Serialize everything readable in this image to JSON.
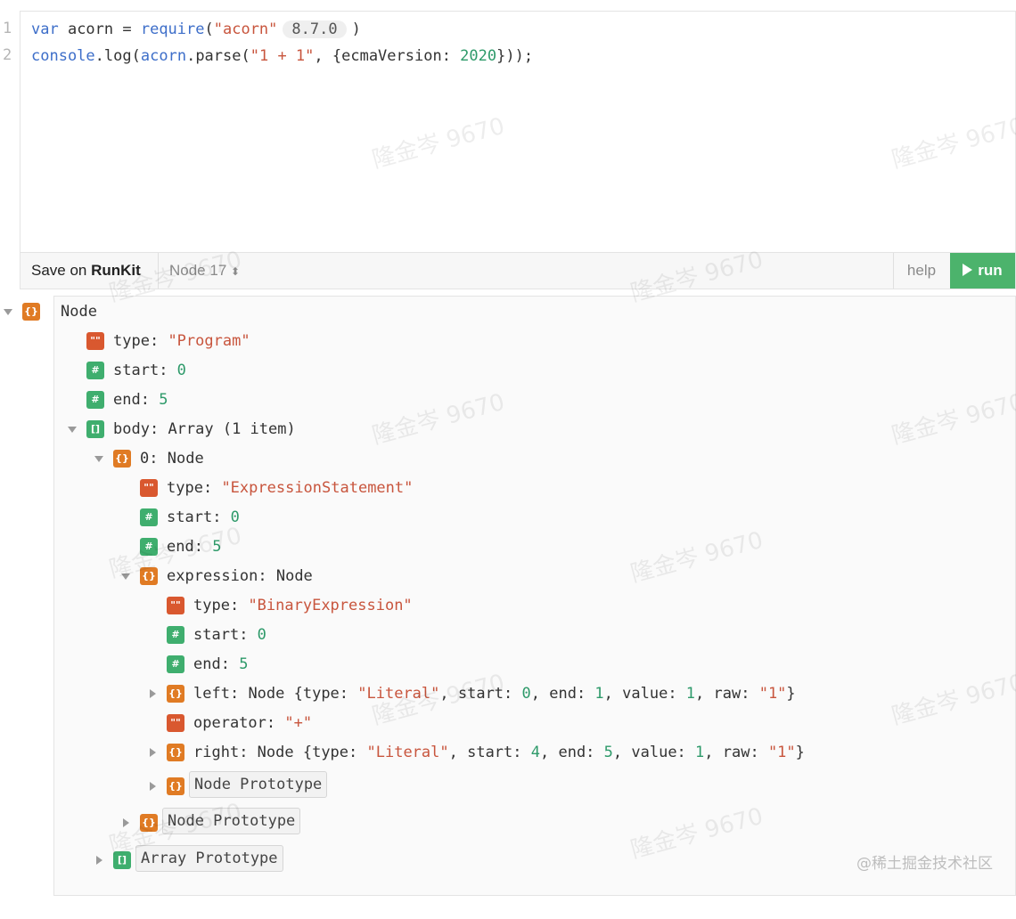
{
  "editor": {
    "line_numbers": [
      "1",
      "2"
    ],
    "line1": {
      "kw": "var",
      "name": " acorn = ",
      "fn": "require",
      "open": "(",
      "str": "\"acorn\"",
      "version": "8.7.0",
      "close": ")"
    },
    "line2": {
      "obj": "console",
      "dot1": ".",
      "method": "log",
      "open1": "(",
      "ns": "acorn",
      "dot2": ".",
      "fn": "parse",
      "open2": "(",
      "str": "\"1 + 1\"",
      "mid": ", {ecmaVersion: ",
      "num": "2020",
      "close": "}));"
    }
  },
  "toolbar": {
    "save_prefix": "Save on ",
    "save_brand": "RunKit",
    "node_version": "Node 17",
    "help_label": "help",
    "run_label": "run"
  },
  "tree": {
    "root": "Node",
    "r_type_key": "type",
    "r_type_val": "\"Program\"",
    "r_start_key": "start",
    "r_start_val": "0",
    "r_end_key": "end",
    "r_end_val": "5",
    "body_key": "body",
    "body_val": "Array (1 item)",
    "item0_key": "0",
    "item0_val": "Node",
    "i_type_key": "type",
    "i_type_val": "\"ExpressionStatement\"",
    "i_start_key": "start",
    "i_start_val": "0",
    "i_end_key": "end",
    "i_end_val": "5",
    "expr_key": "expression",
    "expr_val": "Node",
    "e_type_key": "type",
    "e_type_val": "\"BinaryExpression\"",
    "e_start_key": "start",
    "e_start_val": "0",
    "e_end_key": "end",
    "e_end_val": "5",
    "left_key": "left",
    "left_pre": "Node {type: ",
    "left_type": "\"Literal\"",
    "left_mid1": ", start: ",
    "left_start": "0",
    "left_mid2": ", end: ",
    "left_end": "1",
    "left_mid3": ", value: ",
    "left_value": "1",
    "left_mid4": ", raw: ",
    "left_raw": "\"1\"",
    "left_close": "}",
    "op_key": "operator",
    "op_val": "\"+\"",
    "right_key": "right",
    "right_pre": "Node {type: ",
    "right_type": "\"Literal\"",
    "right_mid1": ", start: ",
    "right_start": "4",
    "right_mid2": ", end: ",
    "right_end": "5",
    "right_mid3": ", value: ",
    "right_value": "1",
    "right_mid4": ", raw: ",
    "right_raw": "\"1\"",
    "right_close": "}",
    "proto_node": "Node Prototype",
    "proto_array": "Array Prototype",
    "badge_obj": "{}",
    "badge_str": "\"\"",
    "badge_num": "#",
    "badge_arr": "[]"
  },
  "watermark": "隆金岑 9670",
  "credit": "@稀土掘金技术社区",
  "colors": {
    "run": "#4cb36c",
    "object_badge": "#e07b24",
    "string_badge": "#d9582f",
    "number_badge": "#3fae6e",
    "string": "#c8553d",
    "number": "#2e9a6a",
    "keyword": "#3d6ec9"
  }
}
